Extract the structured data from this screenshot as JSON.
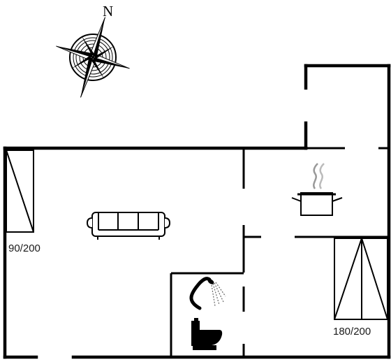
{
  "compass": {
    "north_label": "N",
    "icon": "compass-rose-icon"
  },
  "beds": [
    {
      "name": "single-bed",
      "size_label": "90/200"
    },
    {
      "name": "double-bed",
      "size_label": "180/200"
    }
  ],
  "fixtures": [
    "sofa-icon",
    "cooking-pot-icon",
    "shower-icon",
    "toilet-icon"
  ]
}
